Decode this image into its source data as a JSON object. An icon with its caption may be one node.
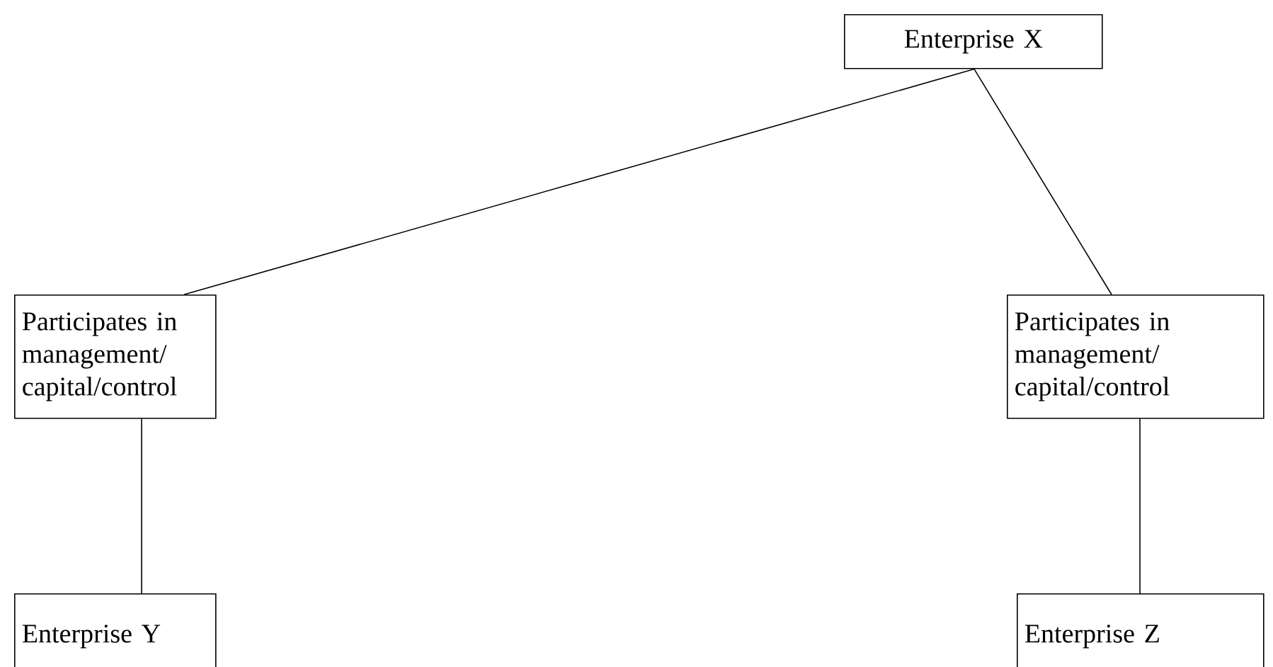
{
  "diagram": {
    "nodes": [
      {
        "text": [
          "Enterprise X"
        ]
      },
      {
        "text": [
          "Participates in management/ capital/control"
        ]
      },
      {
        "text": [
          "Participates in management/ capital/control"
        ]
      },
      {
        "text": [
          "Enterprise Y"
        ]
      },
      {
        "text": [
          "Enterprise Z"
        ]
      }
    ],
    "edges": [
      {
        "from": 0,
        "to": 1,
        "arrow": "none"
      },
      {
        "from": 0,
        "to": 2,
        "arrow": "none"
      },
      {
        "from": 1,
        "to": 3,
        "arrow": "none"
      },
      {
        "from": 2,
        "to": 4,
        "arrow": "none"
      }
    ]
  }
}
